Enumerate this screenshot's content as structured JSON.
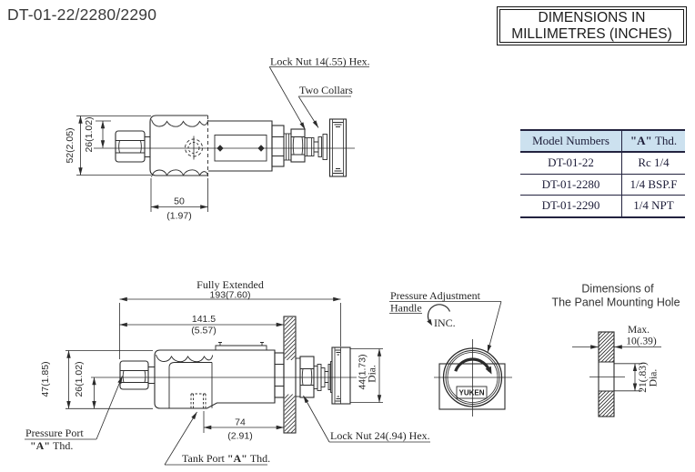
{
  "page_title": "DT-01-22/2280/2290",
  "units_box": {
    "line1": "DIMENSIONS IN",
    "line2": "MILLIMETRES (INCHES)"
  },
  "colors": {
    "line": "#2b2b2b",
    "text": "#262626",
    "table_header_bg": "#cce1ef",
    "table_line": "#23233f"
  },
  "table": {
    "col1_header": "Model Numbers",
    "col2_header_a": "\"A\"",
    "col2_header_rest": " Thd.",
    "rows": [
      {
        "model": "DT-01-22",
        "thread": "Rc 1/4"
      },
      {
        "model": "DT-01-2280",
        "thread": "1/4 BSP.F"
      },
      {
        "model": "DT-01-2290",
        "thread": "1/4 NPT"
      }
    ]
  },
  "top_view": {
    "lock_nut_label": "Lock Nut 14(.55) Hex.",
    "two_collars_label": "Two Collars",
    "dim_52": "52(2.05)",
    "dim_26": "26(1.02)",
    "dim_50": "50",
    "dim_50_in": "(1.97)"
  },
  "side_view": {
    "fully_extended": "Fully Extended",
    "dim_193": "193(7.60)",
    "dim_141": "141.5",
    "dim_141_in": "(5.57)",
    "dim_47": "47(1.85)",
    "dim_26": "26(1.02)",
    "dim_74": "74",
    "dim_74_in": "(2.91)",
    "dim_44": "44(1.73)",
    "dia": "Dia.",
    "pressure_port_line1": "Pressure Port",
    "pressure_port_a": "\"A\"",
    "pressure_port_rest": " Thd.",
    "tank_port_pre": "Tank Port ",
    "tank_port_a": "\"A\"",
    "tank_port_rest": " Thd.",
    "lock_nut_label": "Lock Nut 24(.94) Hex."
  },
  "handle_view": {
    "label_line1": "Pressure Adjustment",
    "label_line2": "Handle",
    "inc": "INC.",
    "logo": "YUKEN"
  },
  "panel_hole": {
    "title_line1": "Dimensions of",
    "title_line2": "The Panel Mounting Hole",
    "max": "Max.",
    "dim_10": "10(.39)",
    "dim_21": "21(.83)",
    "dia": "Dia."
  }
}
